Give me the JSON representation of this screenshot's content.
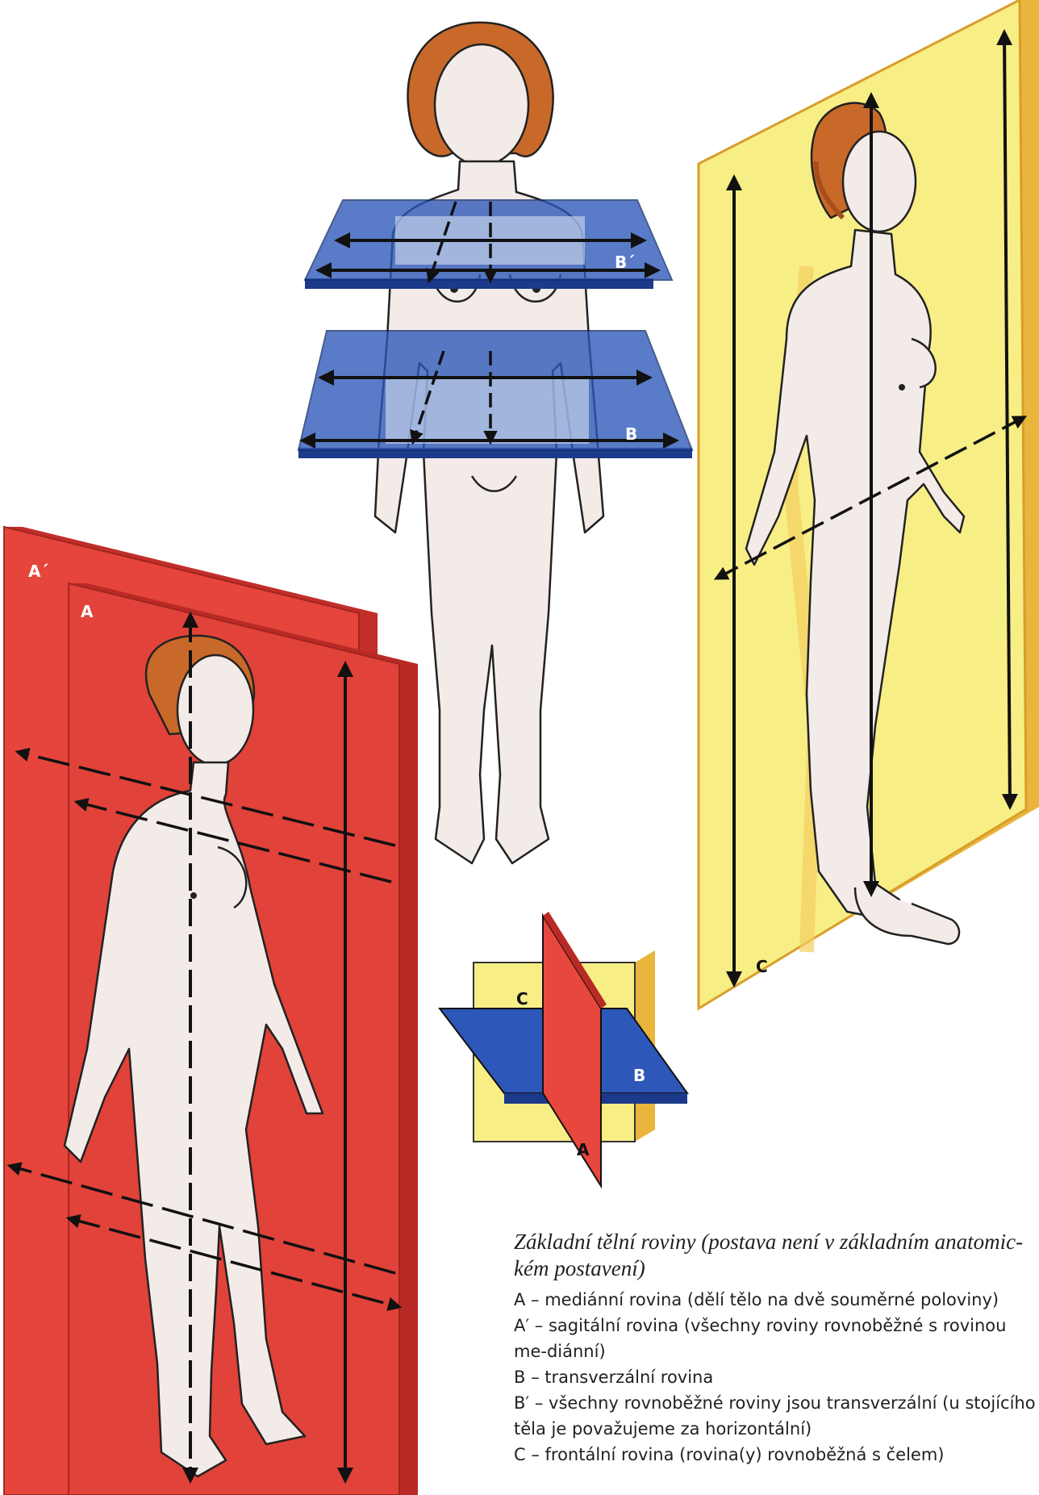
{
  "colors": {
    "red_plane": "#e8473d",
    "red_plane_dark": "#c22e2a",
    "blue_plane": "#2d57b8",
    "blue_plane_dark": "#1c3a8a",
    "yellow_plane": "#f8ee86",
    "yellow_plane_edge": "#eab53c",
    "skin": "#f3ebe8",
    "hair": "#c8692a"
  },
  "labels": {
    "a_prime": "A´",
    "a": "A",
    "b_prime": "B´",
    "b": "B",
    "c": "C",
    "mini_c": "C",
    "mini_b": "B",
    "mini_a": "A"
  },
  "caption": {
    "title": "Základní tělní roviny (postava není v základním anatomic-kém postavení)",
    "lines": [
      "A – mediánní rovina (dělí tělo na dvě souměrné poloviny)",
      "A′ – sagitální rovina (všechny roviny rovnoběžné s rovinou me-diánní)",
      "B – transverzální rovina",
      "B′ – všechny rovnoběžné roviny jsou transverzální (u stojícího těla je považujeme za horizontální)",
      "C – frontální rovina (rovina(y) rovnoběžná s čelem)"
    ]
  }
}
